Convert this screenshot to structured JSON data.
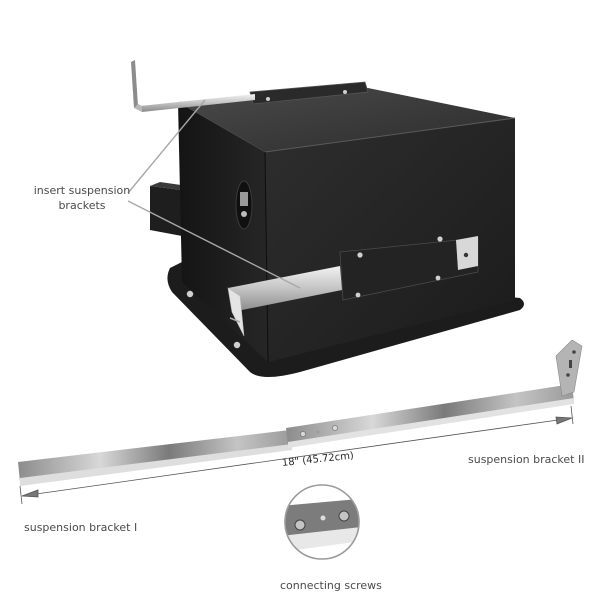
{
  "labels": {
    "insert_brackets": "insert suspension brackets",
    "bracket_one": "suspension bracket I",
    "bracket_two": "suspension bracket II",
    "dimension": "18\" (45.72cm)",
    "connecting_screws": "connecting screws"
  },
  "colors": {
    "box_body": "#222222",
    "box_top": "#3a3a3a",
    "flange": "#1a1a1a",
    "metal_light": "#e6e6e6",
    "metal_mid": "#b0b0b0",
    "metal_dark": "#6e6e6e",
    "leader_line": "#a8a8a8",
    "text": "#4a4a4a"
  }
}
